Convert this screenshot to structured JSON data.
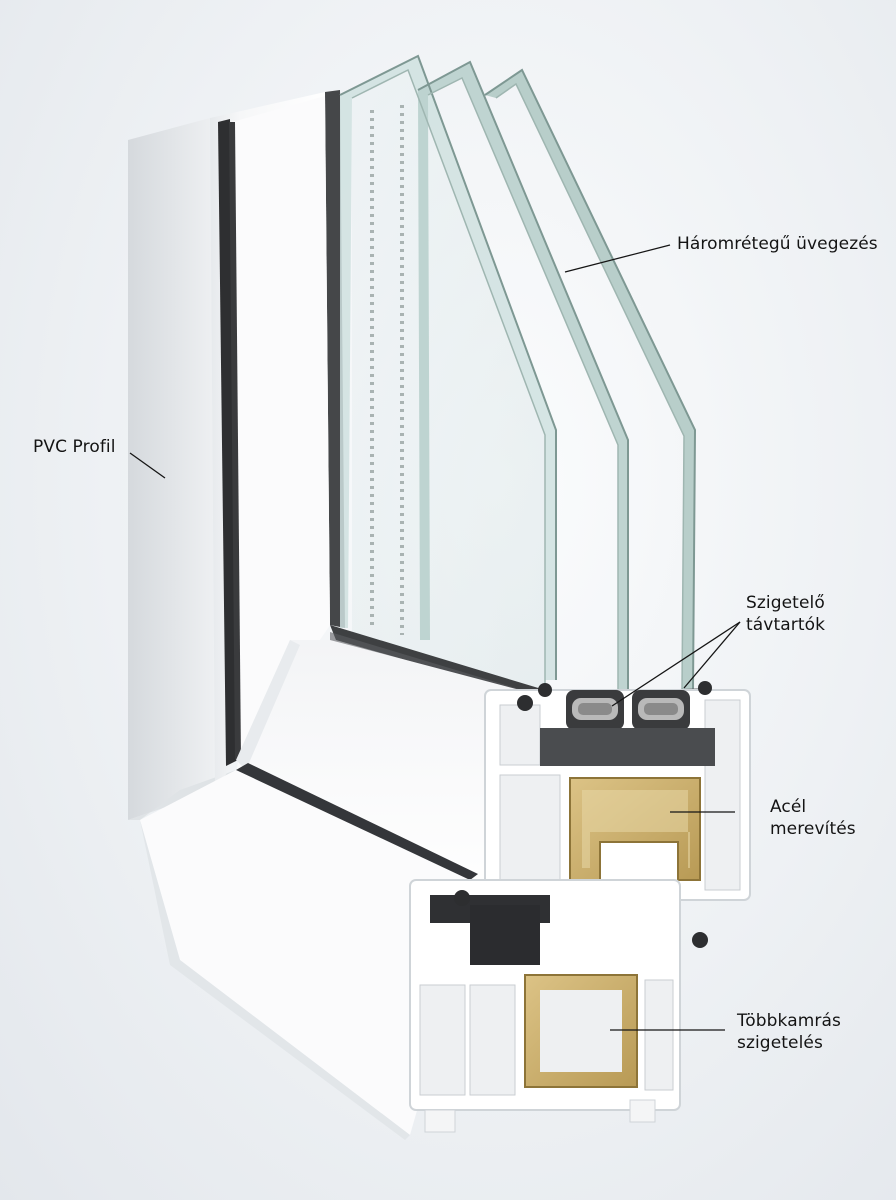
{
  "labels": {
    "pvc": "PVC Profil",
    "glazing": "Háromrétegű üvegezés",
    "spacers_line1": "Szigetelő",
    "spacers_line2": "távtartók",
    "steel_line1": "Acél",
    "steel_line2": "merevítés",
    "chambers_line1": "Többkamrás",
    "chambers_line2": "szigetelés"
  },
  "colors": {
    "background": "#e9ecef",
    "pvc_white": "#ffffff",
    "glass": "#b9cfca",
    "gasket": "#2b2b2b",
    "steel": "#c8ad6a",
    "text": "#141414"
  }
}
